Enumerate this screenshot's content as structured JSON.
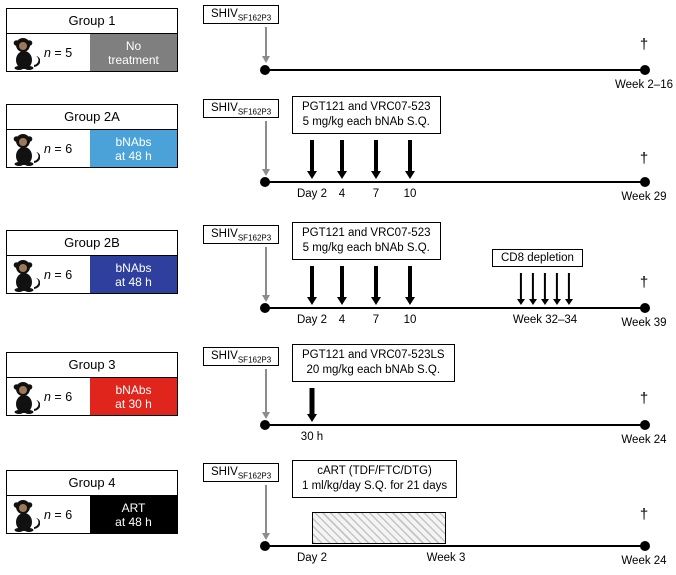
{
  "figure": {
    "dagger": "†"
  },
  "groups": [
    {
      "label": "Group 1",
      "n_italic": "n",
      "n_rest": " = 5",
      "treatment_line1": "No",
      "treatment_line2": "treatment",
      "treatment_color": "#7f7f7f",
      "treatment_text_color": "#ffffff",
      "challenge": "SHIV",
      "challenge_sub": "SF162P3",
      "end_label": "Week 2–16"
    },
    {
      "label": "Group 2A",
      "n_italic": "n",
      "n_rest": " = 6",
      "treatment_line1": "bNAbs",
      "treatment_line2": "at 48 h",
      "treatment_color": "#4aa2d9",
      "treatment_text_color": "#ffffff",
      "challenge": "SHIV",
      "challenge_sub": "SF162P3",
      "therapy_line1": "PGT121 and VRC07-523",
      "therapy_line2": "5 mg/kg each bNAb S.Q.",
      "dose_labels": [
        "Day 2",
        "4",
        "7",
        "10"
      ],
      "end_label": "Week 29"
    },
    {
      "label": "Group 2B",
      "n_italic": "n",
      "n_rest": " = 6",
      "treatment_line1": "bNAbs",
      "treatment_line2": "at 48 h",
      "treatment_color": "#2e3f9e",
      "treatment_text_color": "#ffffff",
      "challenge": "SHIV",
      "challenge_sub": "SF162P3",
      "therapy_line1": "PGT121 and VRC07-523",
      "therapy_line2": "5 mg/kg each bNAb S.Q.",
      "dose_labels": [
        "Day 2",
        "4",
        "7",
        "10"
      ],
      "cd8_label": "CD8 depletion",
      "cd8_week_label": "Week 32–34",
      "end_label": "Week 39"
    },
    {
      "label": "Group 3",
      "n_italic": "n",
      "n_rest": " = 6",
      "treatment_line1": "bNAbs",
      "treatment_line2": "at 30 h",
      "treatment_color": "#df251c",
      "treatment_text_color": "#ffffff",
      "challenge": "SHIV",
      "challenge_sub": "SF162P3",
      "therapy_line1": "PGT121 and VRC07-523LS",
      "therapy_line2": "20 mg/kg each bNAb S.Q.",
      "dose_labels": [
        "30 h"
      ],
      "end_label": "Week 24"
    },
    {
      "label": "Group 4",
      "n_italic": "n",
      "n_rest": " = 6",
      "treatment_line1": "ART",
      "treatment_line2": "at 48 h",
      "treatment_color": "#000000",
      "treatment_text_color": "#ffffff",
      "challenge": "SHIV",
      "challenge_sub": "SF162P3",
      "therapy_line1": "cART (TDF/FTC/DTG)",
      "therapy_line2": "1 ml/kg/day S.Q. for 21 days",
      "bar_start_label": "Day 2",
      "bar_end_label": "Week 3",
      "end_label": "Week 24"
    }
  ]
}
